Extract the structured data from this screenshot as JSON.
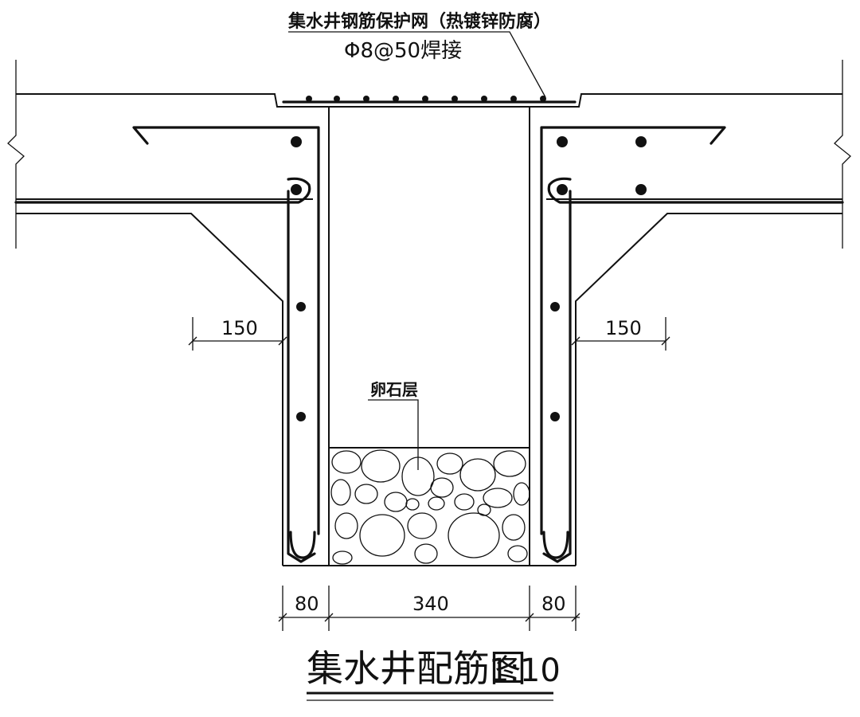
{
  "annotations": {
    "mesh_title": "集水井钢筋保护网（热镀锌防腐）",
    "mesh_spec": "Φ8@50焊接",
    "gravel_label": "卵石层"
  },
  "dimensions": {
    "left_offset": "150",
    "right_offset": "150",
    "left_wall": "80",
    "inner_width": "340",
    "right_wall": "80"
  },
  "title": {
    "name": "集水井配筋图",
    "scale": "1:10"
  }
}
